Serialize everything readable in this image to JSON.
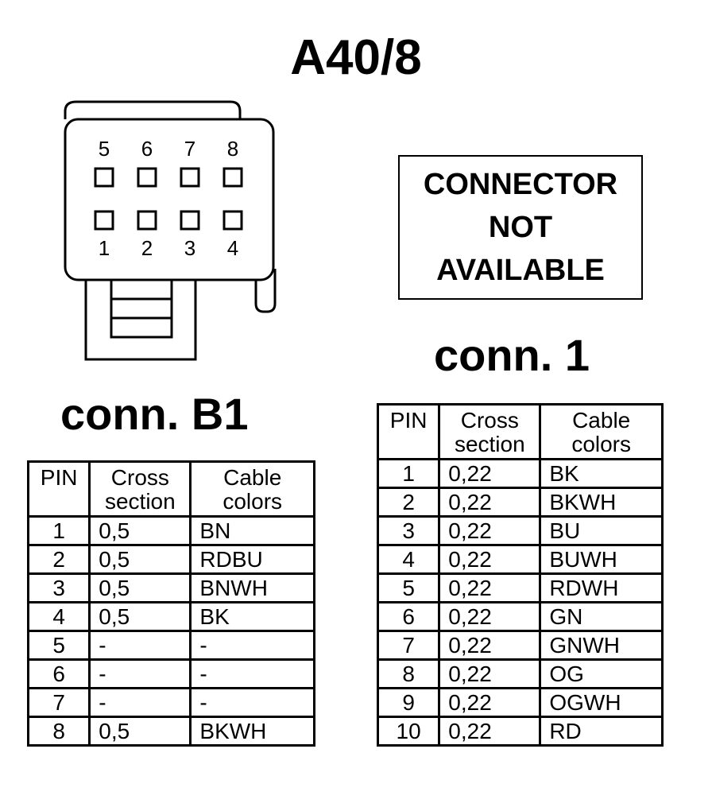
{
  "title": "A40/8",
  "connector_b1": {
    "label": "conn. B1",
    "pin_labels_top": [
      "5",
      "6",
      "7",
      "8"
    ],
    "pin_labels_bottom": [
      "1",
      "2",
      "3",
      "4"
    ],
    "headers": {
      "pin": "PIN",
      "cross": "Cross section",
      "colors": "Cable colors"
    },
    "rows": [
      {
        "pin": "1",
        "cross": "0,5",
        "color": "BN"
      },
      {
        "pin": "2",
        "cross": "0,5",
        "color": "RDBU"
      },
      {
        "pin": "3",
        "cross": "0,5",
        "color": "BNWH"
      },
      {
        "pin": "4",
        "cross": "0,5",
        "color": "BK"
      },
      {
        "pin": "5",
        "cross": "-",
        "color": "-"
      },
      {
        "pin": "6",
        "cross": "-",
        "color": "-"
      },
      {
        "pin": "7",
        "cross": "-",
        "color": "-"
      },
      {
        "pin": "8",
        "cross": "0,5",
        "color": "BKWH"
      }
    ]
  },
  "connector_1": {
    "label": "conn. 1",
    "not_available": [
      "CONNECTOR",
      "NOT",
      "AVAILABLE"
    ],
    "headers": {
      "pin": "PIN",
      "cross": "Cross section",
      "colors": "Cable colors"
    },
    "rows": [
      {
        "pin": "1",
        "cross": "0,22",
        "color": "BK"
      },
      {
        "pin": "2",
        "cross": "0,22",
        "color": "BKWH"
      },
      {
        "pin": "3",
        "cross": "0,22",
        "color": "BU"
      },
      {
        "pin": "4",
        "cross": "0,22",
        "color": "BUWH"
      },
      {
        "pin": "5",
        "cross": "0,22",
        "color": "RDWH"
      },
      {
        "pin": "6",
        "cross": "0,22",
        "color": "GN"
      },
      {
        "pin": "7",
        "cross": "0,22",
        "color": "GNWH"
      },
      {
        "pin": "8",
        "cross": "0,22",
        "color": "OG"
      },
      {
        "pin": "9",
        "cross": "0,22",
        "color": "OGWH"
      },
      {
        "pin": "10",
        "cross": "0,22",
        "color": "RD"
      }
    ]
  }
}
